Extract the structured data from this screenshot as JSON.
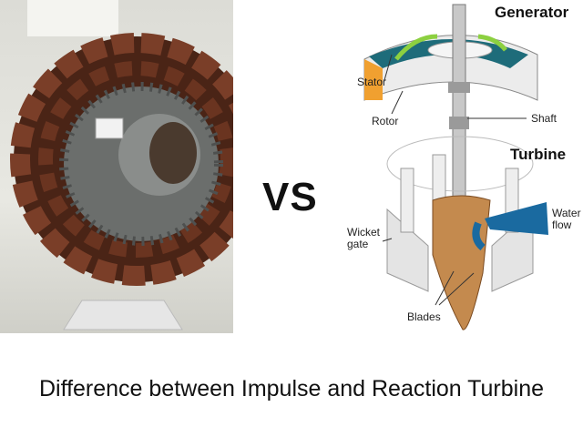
{
  "comparison_word": "VS",
  "caption": "Difference between Impulse and Reaction Turbine",
  "diagram": {
    "title_generator": "Generator",
    "title_turbine": "Turbine",
    "labels": {
      "stator": "Stator",
      "rotor": "Rotor",
      "shaft": "Shaft",
      "water_flow_1": "Water",
      "water_flow_2": "flow",
      "wicket_gate_1": "Wicket",
      "wicket_gate_2": "gate",
      "blades": "Blades"
    }
  },
  "colors": {
    "bucket": "#5a2e1e",
    "hub": "#6d706e",
    "water": "#1a6aa0",
    "runner": "#c48a4e"
  }
}
